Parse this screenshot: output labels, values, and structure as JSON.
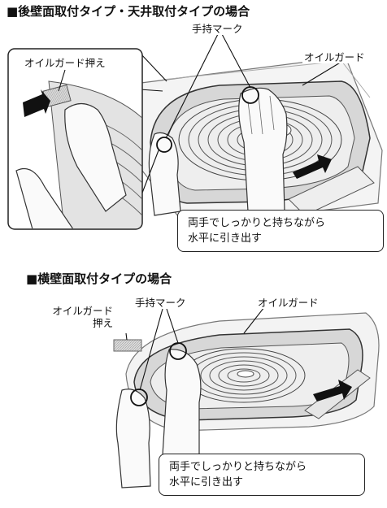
{
  "section1": {
    "heading": "■後壁面取付タイプ・天井取付タイプの場合",
    "label_handle_mark": "手持マーク",
    "label_oil_guard": "オイルガード",
    "label_oil_guard_holder": "オイルガード押え",
    "note_line1": "両手でしっかりと持ちながら",
    "note_line2": "水平に引き出す"
  },
  "section2": {
    "heading": "■横壁面取付タイプの場合",
    "label_handle_mark": "手持マーク",
    "label_oil_guard": "オイルガード",
    "label_oil_guard_holder_line1": "オイルガード",
    "label_oil_guard_holder_line2": "押え",
    "note_line1": "両手でしっかりと持ちながら",
    "note_line2": "水平に引き出す"
  }
}
